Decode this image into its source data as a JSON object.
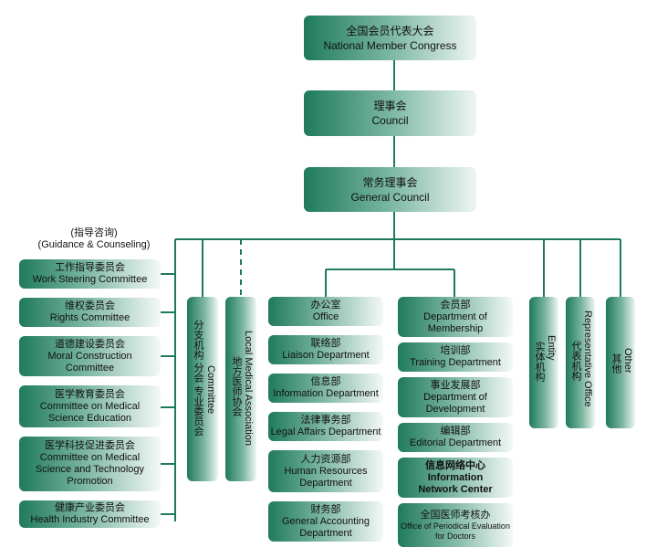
{
  "top": {
    "congress": {
      "zh": "全国会员代表大会",
      "en": "National Member Congress"
    },
    "council": {
      "zh": "理事会",
      "en": "Council"
    },
    "general_council": {
      "zh": "常务理事会",
      "en": "General Council"
    }
  },
  "left_header": {
    "zh": "(指导咨询)",
    "en": "(Guidance & Counseling)"
  },
  "left_committees": [
    {
      "zh": "工作指导委员会",
      "en": "Work Steering Committee"
    },
    {
      "zh": "维权委员会",
      "en": "Rights Committee"
    },
    {
      "zh": "道德建设委员会",
      "en": "Moral Construction Committee"
    },
    {
      "zh": "医学教育委员会",
      "en": "Committee on Medical Science Education"
    },
    {
      "zh": "医学科技促进委员会",
      "en": "Committee on Medical Science and Technology Promotion"
    },
    {
      "zh": "健康产业委员会",
      "en": "Health Industry Committee"
    }
  ],
  "branch": {
    "zh": "分支机构  分会  专业委员会",
    "en": "Committee"
  },
  "local": {
    "zh": "地方医师协会",
    "en": "Local Medical Association"
  },
  "dept_left": [
    {
      "zh": "办公室",
      "en": "Office"
    },
    {
      "zh": "联络部",
      "en": "Liaison Department"
    },
    {
      "zh": "信息部",
      "en": "Information Department"
    },
    {
      "zh": "法律事务部",
      "en": "Legal Affairs Department"
    },
    {
      "zh": "人力资源部",
      "en": "Human Resources Department"
    },
    {
      "zh": "财务部",
      "en": "General Accounting Department"
    }
  ],
  "dept_right": [
    {
      "zh": "会员部",
      "en": "Department of Membership"
    },
    {
      "zh": "培训部",
      "en": "Training Department"
    },
    {
      "zh": "事业发展部",
      "en": "Department of Development"
    },
    {
      "zh": "编辑部",
      "en": "Editorial Department"
    },
    {
      "zh": "信息网络中心",
      "en": "Information Network Center"
    },
    {
      "zh": "全国医师考核办",
      "en": "Office of Periodical Evaluation for Doctors"
    }
  ],
  "right_units": [
    {
      "zh": "实体机构",
      "en": "Entity"
    },
    {
      "zh": "代表机构",
      "en": "Representative Office"
    },
    {
      "zh": "其他",
      "en": "Other"
    }
  ],
  "colors": {
    "line": "#1f7a5c",
    "box_dark": "#1f7a5c",
    "box_light": "#f4f9f6"
  }
}
